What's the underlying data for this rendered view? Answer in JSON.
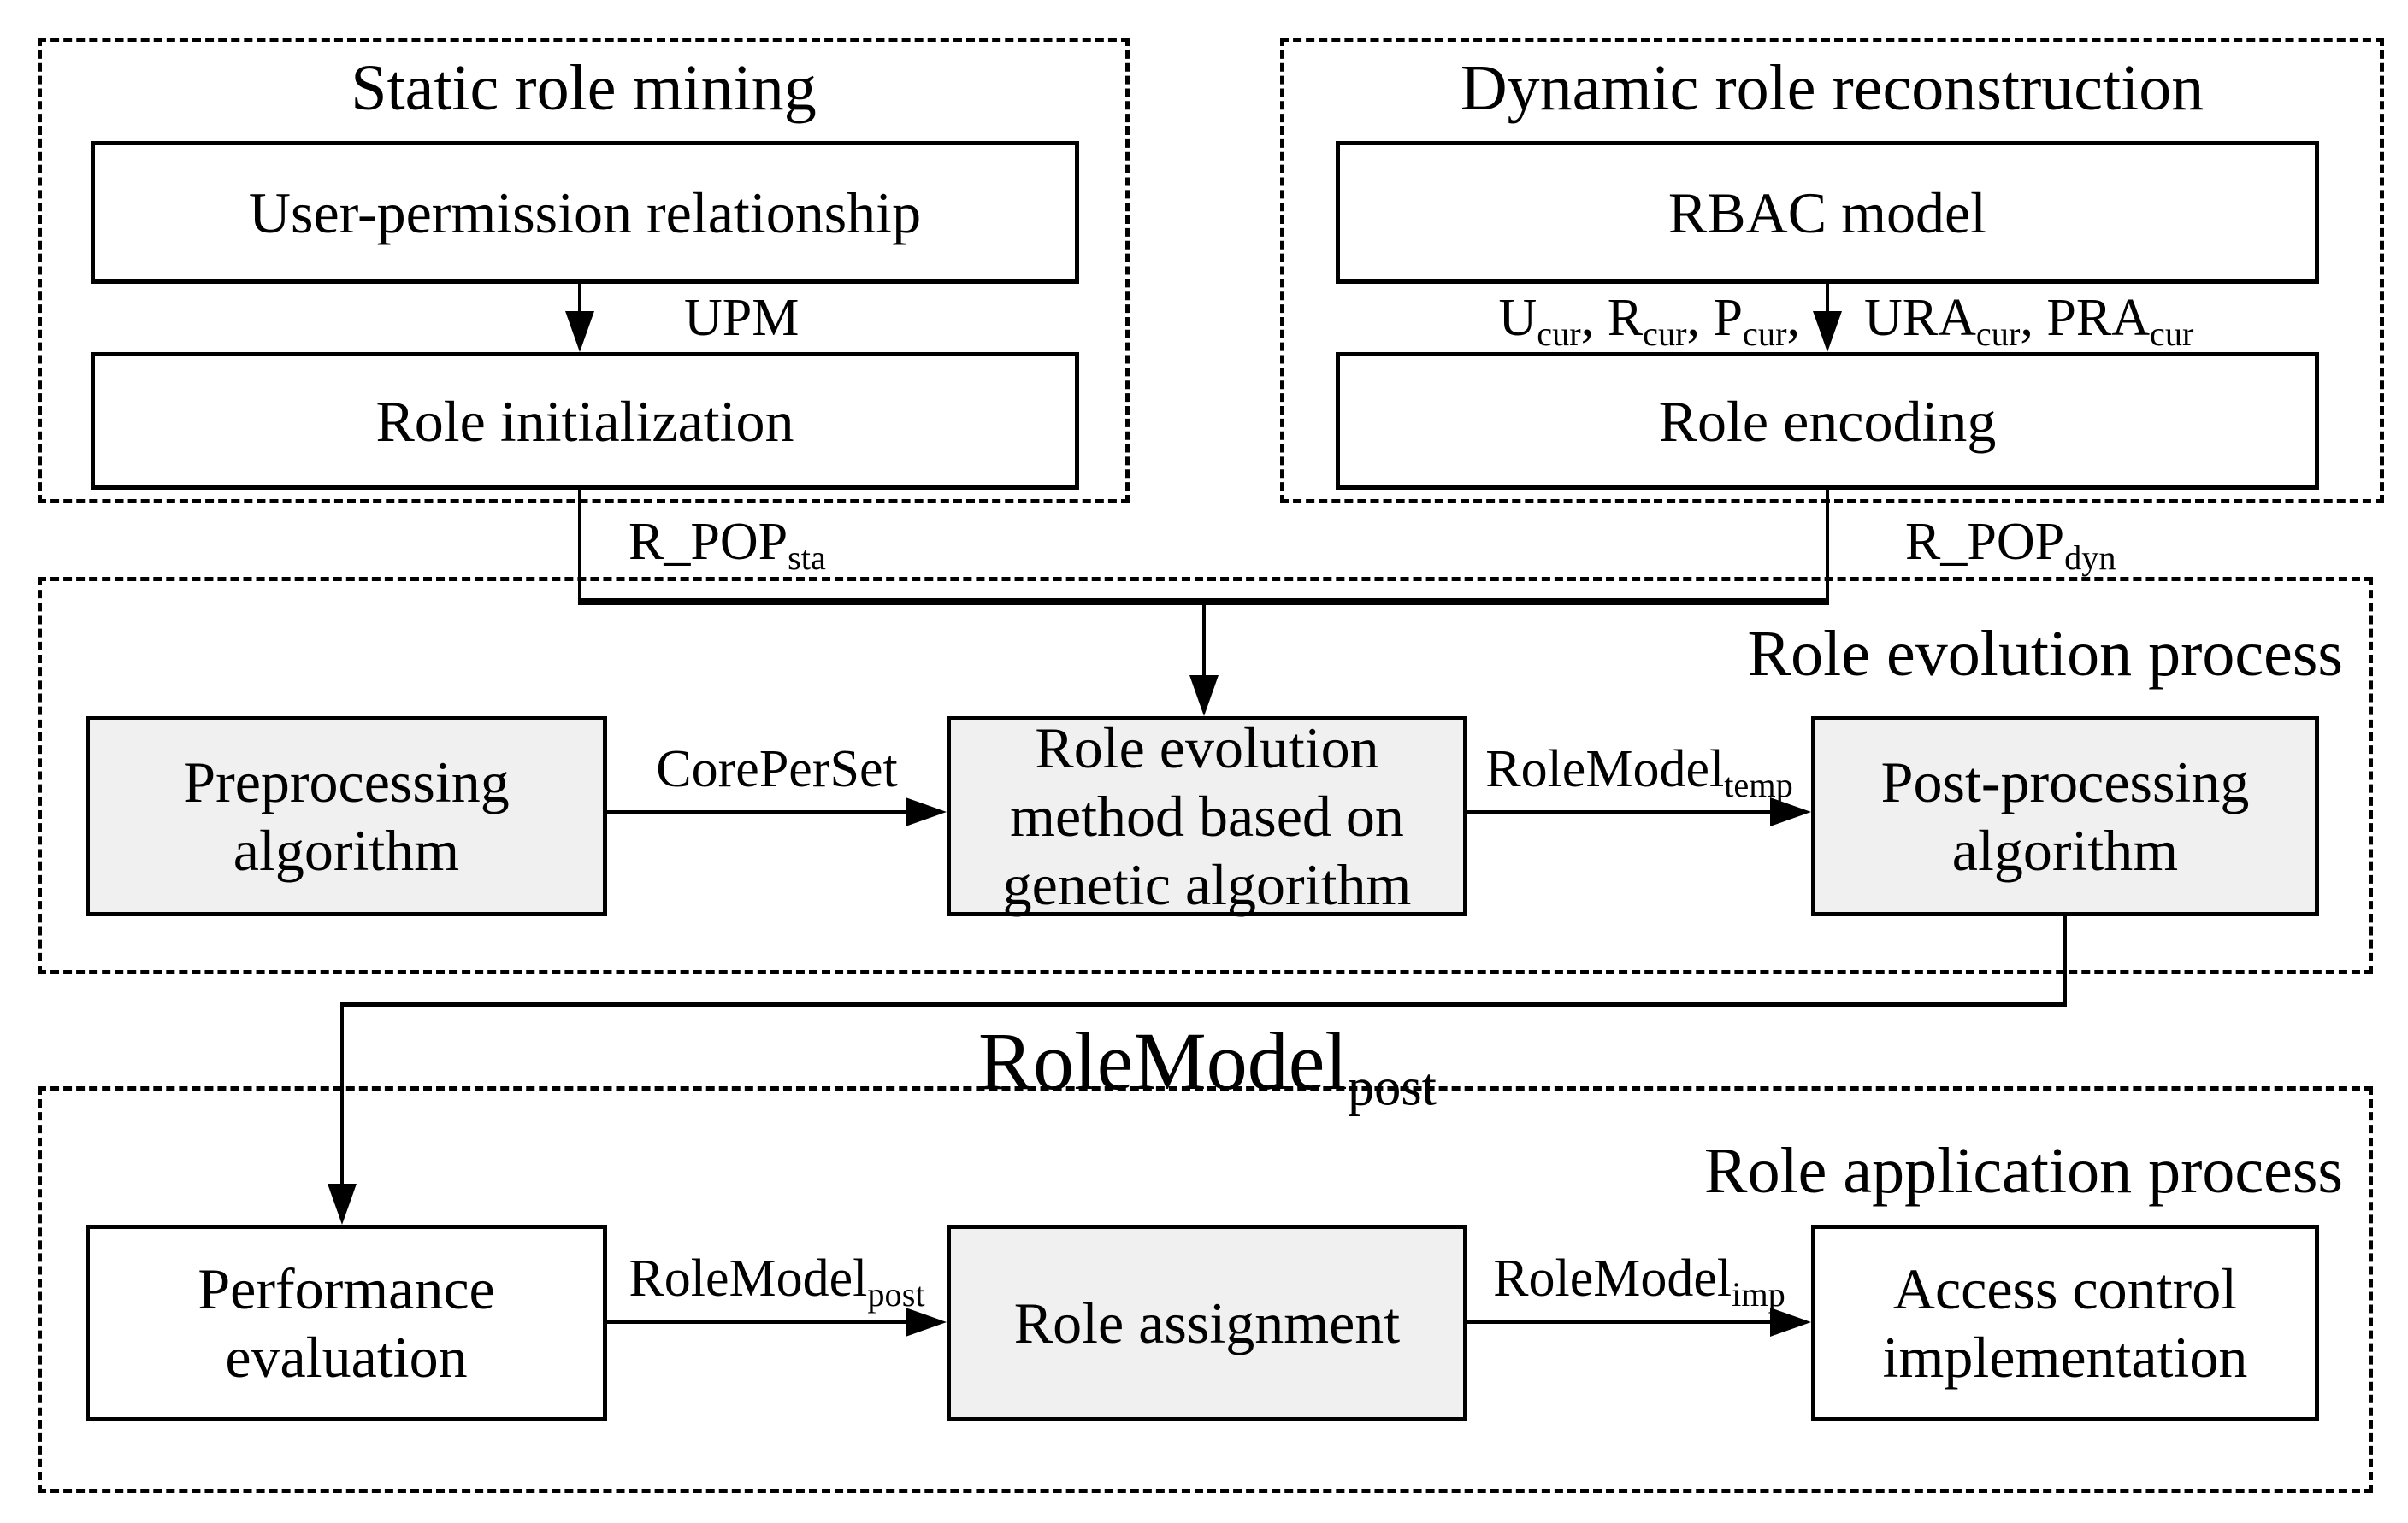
{
  "figure": {
    "groups": {
      "static": "Static role mining",
      "dynamic": "Dynamic role reconstruction",
      "evolution": "Role evolution process",
      "application": "Role application process"
    },
    "nodes": {
      "user_permission": "User-permission relationship",
      "role_initialization": "Role initialization",
      "rbac_model": "RBAC model",
      "role_encoding": "Role encoding",
      "preprocessing": "Preprocessing algorithm",
      "role_evolution_method": "Role evolution method based on genetic algorithm",
      "postprocessing": "Post-processing algorithm",
      "performance_evaluation": "Performance evaluation",
      "role_assignment": "Role assignment",
      "access_control": "Access control implementation"
    },
    "edge_labels": {
      "upm": "UPM",
      "core_per_set": "CorePerSet",
      "r_pop_sta": [
        {
          "t": "R_POP",
          "sub": "sta"
        }
      ],
      "r_pop_dyn": [
        {
          "t": "R_POP",
          "sub": "dyn"
        }
      ],
      "rbac_outputs_left": [
        {
          "t": "U",
          "sub": "cur"
        },
        {
          "t": ", R",
          "sub": "cur"
        },
        {
          "t": ", P",
          "sub": "cur"
        },
        {
          "t": ","
        }
      ],
      "rbac_outputs_right": [
        {
          "t": "URA",
          "sub": "cur"
        },
        {
          "t": ", PRA",
          "sub": "cur"
        }
      ],
      "rolemodel_temp": [
        {
          "t": "RoleModel",
          "sub": "temp"
        }
      ],
      "rolemodel_post_route": [
        {
          "t": "RoleModel",
          "sub": "post"
        }
      ],
      "rolemodel_post_small": [
        {
          "t": "RoleModel",
          "sub": "post"
        }
      ],
      "rolemodel_imp": [
        {
          "t": "RoleModel",
          "sub": "imp"
        }
      ]
    },
    "colors": {
      "node_fill_gray": "#f0f0f0",
      "node_fill_white": "#ffffff",
      "line": "#000000",
      "background": "#ffffff"
    }
  }
}
